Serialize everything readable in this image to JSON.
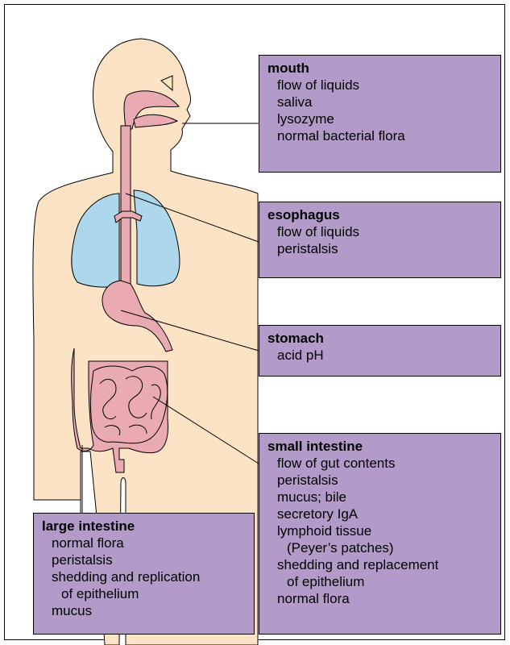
{
  "colors": {
    "skin": "#fde3c6",
    "lung": "#add8ec",
    "gut": "#e9aab2",
    "label_box": "#b29bc8"
  },
  "labels": {
    "mouth": {
      "title": "mouth",
      "items": [
        "flow of liquids",
        "saliva",
        "lysozyme",
        "normal bacterial flora"
      ]
    },
    "esophagus": {
      "title": "esophagus",
      "items": [
        "flow of liquids",
        "peristalsis"
      ]
    },
    "stomach": {
      "title": "stomach",
      "items": [
        "acid pH"
      ]
    },
    "small_intestine": {
      "title": "small intestine",
      "items": [
        "flow of gut contents",
        "peristalsis",
        "mucus; bile",
        "secretory IgA",
        "lymphoid tissue",
        "(Peyer’s patches)",
        "shedding and replacement",
        "of epithelium",
        "normal flora"
      ]
    },
    "large_intestine": {
      "title": "large intestine",
      "items": [
        "normal flora",
        "peristalsis",
        "shedding and replication",
        "of epithelium",
        "mucus"
      ]
    }
  }
}
